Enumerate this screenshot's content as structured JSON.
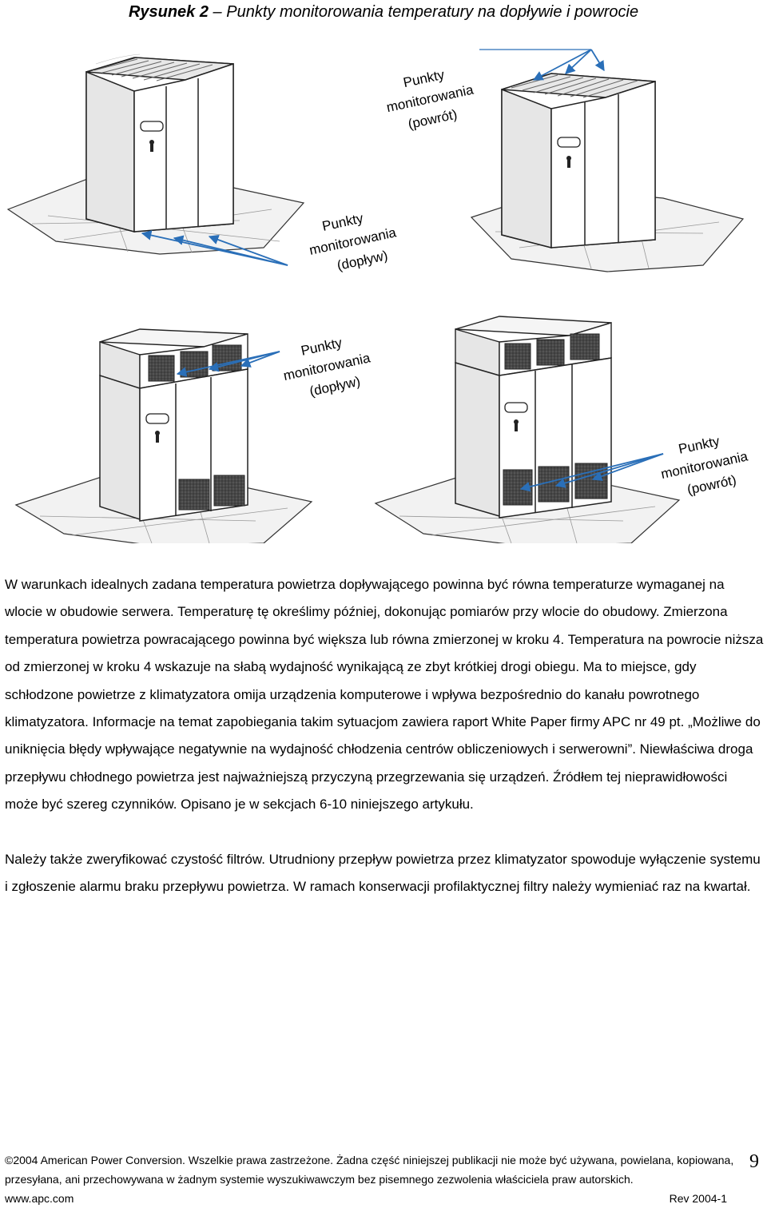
{
  "title": {
    "prefix": "Rysunek 2",
    "dash": " – ",
    "text": "Punkty monitorowania temperatury na dopływie i powrocie"
  },
  "figure": {
    "label_top_right": [
      "Punkty",
      "monitorowania",
      "(powrót)"
    ],
    "label_top_left": [
      "Punkty",
      "monitorowania",
      "(dopływ)"
    ],
    "label_mid": [
      "Punkty",
      "monitorowania",
      "(dopływ)"
    ],
    "label_bottom_right": [
      "Punkty",
      "monitorowania",
      "(powrót)"
    ]
  },
  "body": {
    "paragraph1": "W warunkach idealnych zadana temperatura powietrza dopływającego powinna być równa temperaturze wymaganej na wlocie w obudowie serwera. Temperaturę tę określimy później, dokonując pomiarów przy wlocie do obudowy. Zmierzona temperatura powietrza powracającego powinna być większa lub równa zmierzonej w kroku 4. Temperatura na powrocie niższa od zmierzonej w kroku 4 wskazuje na słabą wydajność wynikającą ze zbyt krótkiej drogi obiegu. Ma to miejsce, gdy schłodzone powietrze z klimatyzatora omija urządzenia komputerowe i wpływa bezpośrednio do kanału powrotnego klimatyzatora. Informacje na temat zapobiegania takim sytuacjom zawiera raport White Paper firmy APC nr 49 pt. „Możliwe do uniknięcia błędy wpływające negatywnie na wydajność chłodzenia centrów obliczeniowych i serwerowni”. Niewłaściwa droga przepływu chłodnego powietrza jest najważniejszą przyczyną przegrzewania się urządzeń. Źródłem tej nieprawidłowości może być szereg czynników. Opisano je w sekcjach 6-10 niniejszego artykułu.",
    "paragraph2": "Należy także zweryfikować czystość filtrów. Utrudniony przepływ powietrza przez klimatyzator spowoduje wyłączenie systemu i zgłoszenie alarmu braku przepływu powietrza. W ramach konserwacji profilaktycznej filtry należy wymieniać raz na kwartał."
  },
  "footer": {
    "copyright": "2004 American Power Conversion. Wszelkie prawa zastrzeżone. Żadna część niniejszej publikacji nie może być używana, powielana, kopiowana,",
    "copyright2": "przesyłana, ani przechowywana w żadnym systemie wyszukiwawczym bez pisemnego zezwolenia właściciela praw autorskich.",
    "url": "www.apc.com",
    "revision": "Rev 2004-1",
    "page_number": "9"
  }
}
